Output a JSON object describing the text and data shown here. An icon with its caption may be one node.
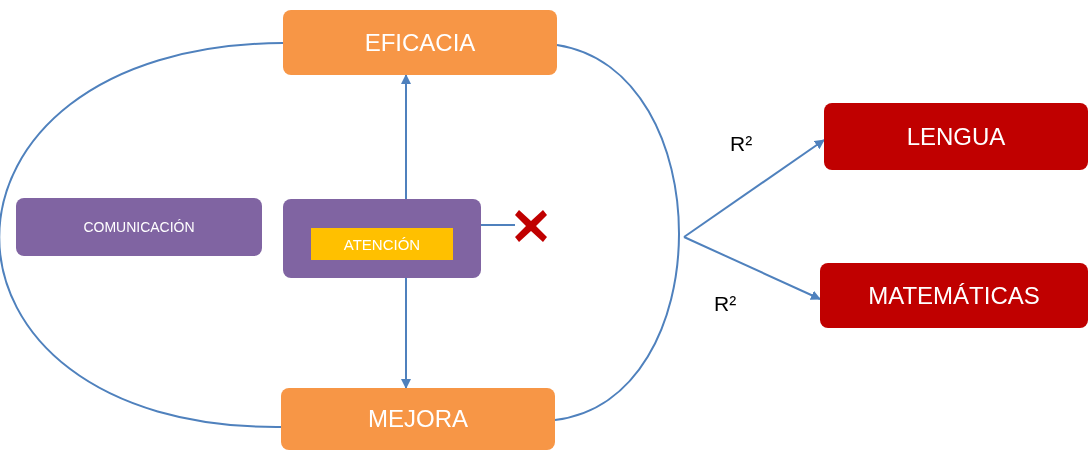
{
  "diagram": {
    "nodes": [
      {
        "text": [
          "EFICACIA"
        ]
      },
      {
        "text": [
          "COMUNICACIÓN"
        ]
      },
      {
        "text": [],
        "shape": "box"
      },
      {
        "text": [
          "ATENCIÓN"
        ],
        "in": 2
      },
      {
        "text": [
          "MEJORA"
        ]
      },
      {
        "text": [
          "LENGUA"
        ]
      },
      {
        "text": [
          "MATEMÁTICAS"
        ]
      },
      {
        "text": [],
        "shape": "cross"
      }
    ],
    "edges": [
      {
        "from": 2,
        "to": 0,
        "arrow": "to"
      },
      {
        "from": 2,
        "to": 4,
        "arrow": "to"
      },
      {
        "from": 2,
        "to": 7,
        "arrow": "none"
      },
      {
        "from": 0,
        "to": 4,
        "arrow": "none"
      },
      {
        "from": 0,
        "to": 4,
        "arrow": "none"
      },
      {
        "from": null,
        "to": 5,
        "arrow": "to",
        "label": "R²"
      },
      {
        "from": null,
        "to": 6,
        "arrow": "to",
        "label": "R²"
      }
    ]
  }
}
